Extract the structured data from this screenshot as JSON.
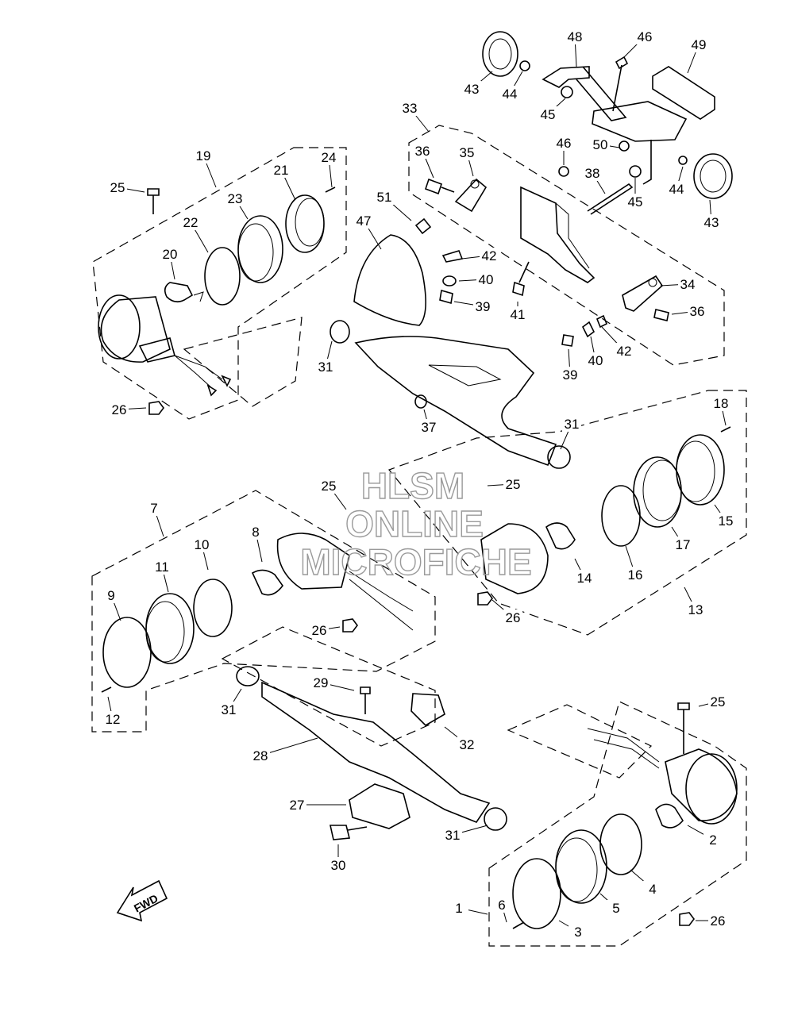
{
  "watermark": {
    "line1": "HLSM",
    "line2": "ONLINE",
    "line3": "MICROFICHE"
  },
  "direction_arrow": {
    "label": "FWD",
    "icon": "forward-arrow-icon"
  },
  "callouts": [
    {
      "n": "48"
    },
    {
      "n": "46"
    },
    {
      "n": "49"
    },
    {
      "n": "43"
    },
    {
      "n": "44"
    },
    {
      "n": "45"
    },
    {
      "n": "33"
    },
    {
      "n": "46"
    },
    {
      "n": "50"
    },
    {
      "n": "36"
    },
    {
      "n": "35"
    },
    {
      "n": "38"
    },
    {
      "n": "44"
    },
    {
      "n": "45"
    },
    {
      "n": "43"
    },
    {
      "n": "19"
    },
    {
      "n": "21"
    },
    {
      "n": "24"
    },
    {
      "n": "25"
    },
    {
      "n": "23"
    },
    {
      "n": "51"
    },
    {
      "n": "22"
    },
    {
      "n": "47"
    },
    {
      "n": "42"
    },
    {
      "n": "40"
    },
    {
      "n": "20"
    },
    {
      "n": "34"
    },
    {
      "n": "39"
    },
    {
      "n": "41"
    },
    {
      "n": "36"
    },
    {
      "n": "42"
    },
    {
      "n": "40"
    },
    {
      "n": "39"
    },
    {
      "n": "31"
    },
    {
      "n": "26"
    },
    {
      "n": "37"
    },
    {
      "n": "18"
    },
    {
      "n": "31"
    },
    {
      "n": "25"
    },
    {
      "n": "25"
    },
    {
      "n": "7"
    },
    {
      "n": "15"
    },
    {
      "n": "8"
    },
    {
      "n": "10"
    },
    {
      "n": "11"
    },
    {
      "n": "17"
    },
    {
      "n": "14"
    },
    {
      "n": "16"
    },
    {
      "n": "9"
    },
    {
      "n": "26"
    },
    {
      "n": "26"
    },
    {
      "n": "13"
    },
    {
      "n": "29"
    },
    {
      "n": "31"
    },
    {
      "n": "12"
    },
    {
      "n": "32"
    },
    {
      "n": "25"
    },
    {
      "n": "28"
    },
    {
      "n": "27"
    },
    {
      "n": "31"
    },
    {
      "n": "2"
    },
    {
      "n": "30"
    },
    {
      "n": "4"
    },
    {
      "n": "1"
    },
    {
      "n": "6"
    },
    {
      "n": "5"
    },
    {
      "n": "3"
    },
    {
      "n": "26"
    }
  ]
}
